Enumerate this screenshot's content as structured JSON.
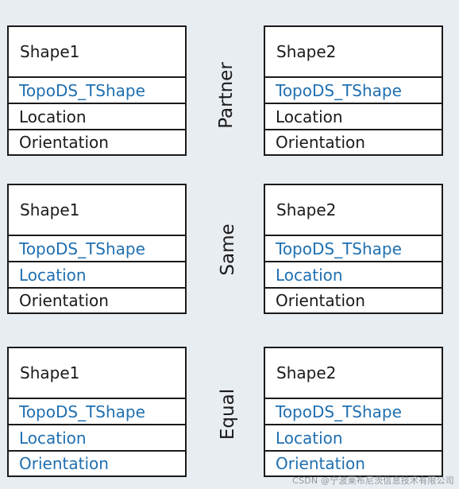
{
  "colors": {
    "background": "#e8edf2",
    "box_fill": "#ffffff",
    "border": "#1a1a1a",
    "text_black": "#1a1a1a",
    "text_blue": "#1f6fb0"
  },
  "groups": [
    {
      "relation": "Partner",
      "left": {
        "title": "Shape1",
        "tshape": "TopoDS_TShape",
        "location": "Location",
        "orientation": "Orientation"
      },
      "right": {
        "title": "Shape2",
        "tshape": "TopoDS_TShape",
        "location": "Location",
        "orientation": "Orientation"
      }
    },
    {
      "relation": "Same",
      "left": {
        "title": "Shape1",
        "tshape": "TopoDS_TShape",
        "location": "Location",
        "orientation": "Orientation"
      },
      "right": {
        "title": "Shape2",
        "tshape": "TopoDS_TShape",
        "location": "Location",
        "orientation": "Orientation"
      }
    },
    {
      "relation": "Equal",
      "left": {
        "title": "Shape1",
        "tshape": "TopoDS_TShape",
        "location": "Location",
        "orientation": "Orientation"
      },
      "right": {
        "title": "Shape2",
        "tshape": "TopoDS_TShape",
        "location": "Location",
        "orientation": "Orientation"
      }
    }
  ],
  "watermark": "CSDN @宁波莱布尼茨信息技术有限公司"
}
